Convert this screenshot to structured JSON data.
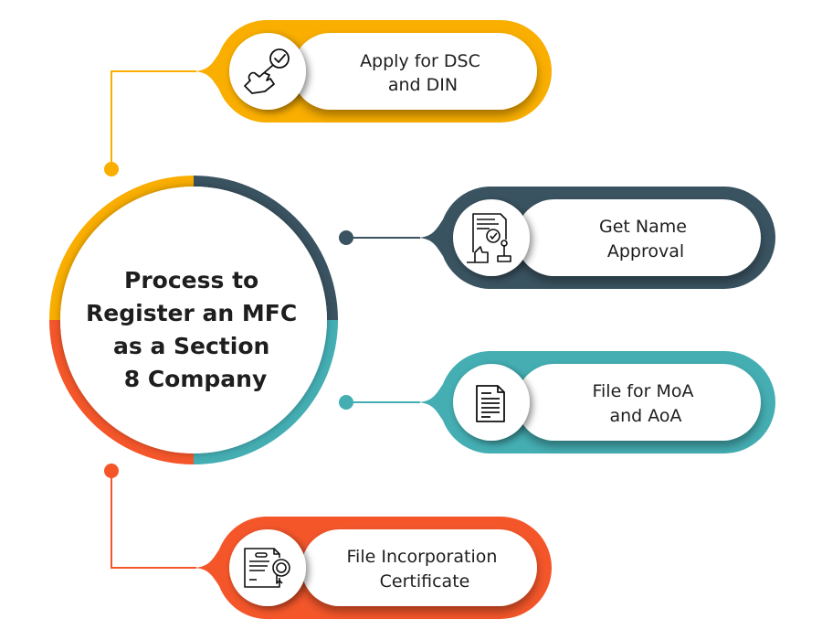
{
  "title": {
    "lines": [
      "Process to",
      "Register an MFC",
      "as a Section",
      "8 Company"
    ]
  },
  "colors": {
    "yellow": "#F9AE00",
    "dark_slate": "#3A5361",
    "teal": "#44AEB3",
    "orange": "#F4562A",
    "text": "#1E1E1E"
  },
  "steps": [
    {
      "id": "apply-dsc-din",
      "lines": [
        "Apply for DSC",
        "and DIN"
      ],
      "icon": "hand-click-check-icon",
      "color": "#F9AE00"
    },
    {
      "id": "get-name-approval",
      "lines": [
        "Get Name",
        "Approval"
      ],
      "icon": "approval-stamp-icon",
      "color": "#3A5361"
    },
    {
      "id": "file-moa-aoa",
      "lines": [
        "File for MoA",
        "and AoA"
      ],
      "icon": "document-icon",
      "color": "#44AEB3"
    },
    {
      "id": "file-incorporation-certificate",
      "lines": [
        "File Incorporation",
        "Certificate"
      ],
      "icon": "certificate-icon",
      "color": "#F4562A"
    }
  ]
}
